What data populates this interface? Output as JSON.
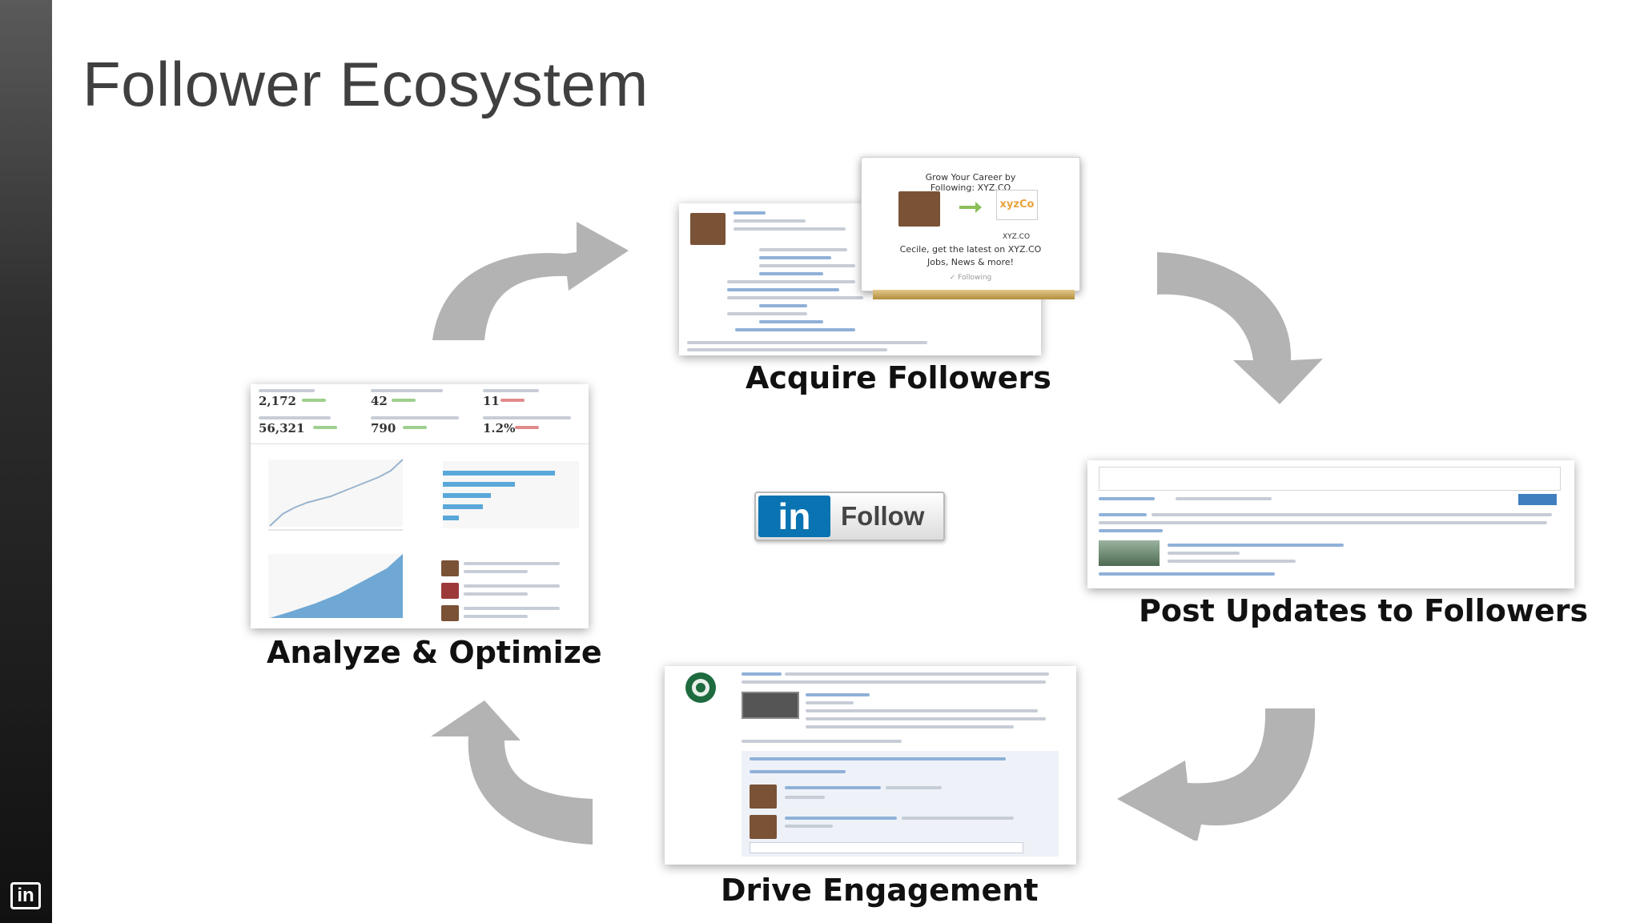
{
  "title": "Follower Ecosystem",
  "steps": {
    "acquire": "Acquire Followers",
    "post": "Post Updates to Followers",
    "engage": "Drive Engagement",
    "analyze": "Analyze & Optimize"
  },
  "follow_button": {
    "logo": "in",
    "label": "Follow"
  },
  "popup": {
    "headline_1": "Grow Your Career by",
    "headline_2": "Following: XYZ.CO",
    "brand_logo": "xyzCo",
    "brand_caption": "XYZ.CO",
    "message_1": "Cecile, get the latest on XYZ.CO",
    "message_2": "Jobs, News & more!",
    "status": "✓ Following"
  },
  "analytics": {
    "stats_row1": [
      "2,172",
      "42",
      "11"
    ],
    "stats_row2": [
      "56,321",
      "790",
      "1.2%"
    ]
  },
  "brand_icon": "linkedin-icon",
  "colors": {
    "arrow": "#b3b3b3",
    "linkedin_blue": "#0a73b1",
    "sidebar": "#1e1e1e"
  }
}
